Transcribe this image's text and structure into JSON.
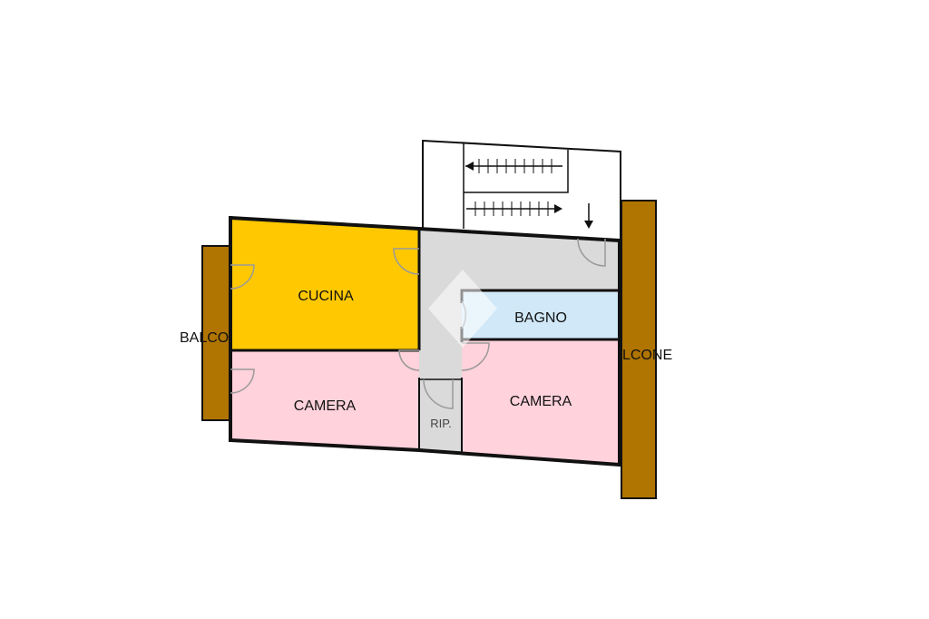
{
  "rooms": {
    "kitchen": {
      "label": "CUCINA",
      "color": "#FFC800"
    },
    "bedroom_left": {
      "label": "CAMERA",
      "color": "#FFD2DC"
    },
    "bedroom_right": {
      "label": "CAMERA",
      "color": "#FFD2DC"
    },
    "bathroom": {
      "label": "BAGNO",
      "color": "#D0E8F8"
    },
    "storage": {
      "label": "RIP."
    },
    "hallway": {
      "color": "#DADADA"
    }
  },
  "balconies": {
    "left": {
      "label": "BALCO",
      "color": "#B07400"
    },
    "right": {
      "label": "LCONE",
      "color": "#B07400"
    }
  },
  "colors": {
    "wall": "#111111",
    "door_arc": "#9A9A9A",
    "stair": "#111111"
  }
}
